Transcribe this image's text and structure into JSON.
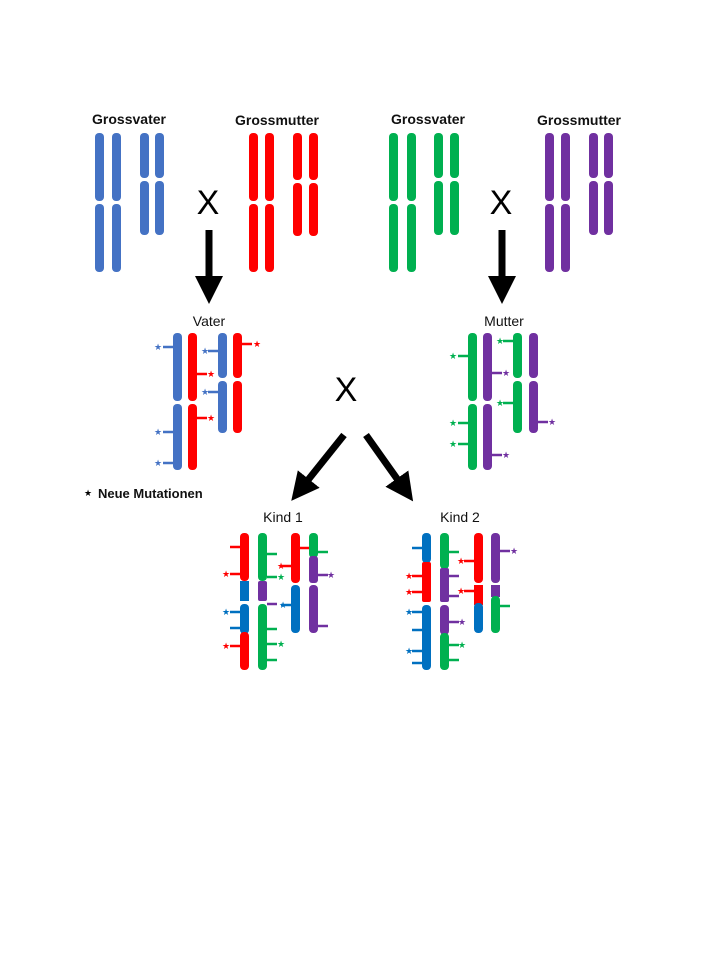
{
  "colors": {
    "blue": "#4472C4",
    "red": "#FF0000",
    "green": "#00B050",
    "purple": "#7030A0",
    "child_blue": "#0070C0",
    "black": "#000000"
  },
  "labels": {
    "grandfather_paternal": "Grossvater",
    "grandmother_paternal": "Grossmutter",
    "grandfather_maternal": "Grossvater",
    "grandmother_maternal": "Grossmutter",
    "father": "Vater",
    "mother": "Mutter",
    "child1": "Kind 1",
    "child2": "Kind 2",
    "cross_symbol": "X",
    "legend_star": "★",
    "legend_text": "Neue Mutationen"
  },
  "mutation_glyph": "★"
}
